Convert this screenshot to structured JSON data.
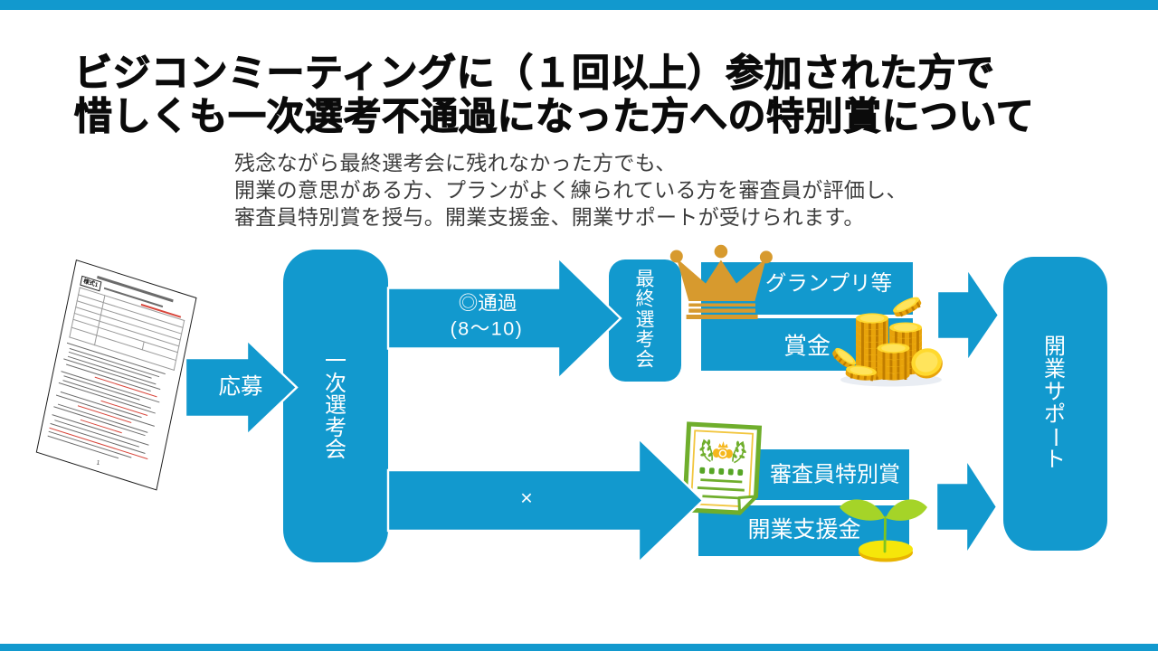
{
  "slide": {
    "title_line1": "ビジコンミーティングに（１回以上）参加された方で",
    "title_line2": "惜しくも一次選考不通過になった方への特別賞について",
    "intro_line1": "残念ながら最終選考会に残れなかった方でも、",
    "intro_line2": "開業の意思がある方、プランがよく練られている方を審査員が評価し、",
    "intro_line3": "審査員特別賞を授与。開業支援金、開業サポートが受けられます。"
  },
  "flow": {
    "apply_arrow_label": "応募",
    "first_round_box": "一次選考会",
    "pass_arrow_line1": "◎通過",
    "pass_arrow_line2": "(8～10)",
    "fail_arrow_label": "×",
    "final_round_box": "最終選考会",
    "grand_prize_box": "グランプリ等",
    "prize_money_box": "賞金",
    "special_award_box": "審査員特別賞",
    "startup_fund_box": "開業支援金",
    "support_box": "開業サポート"
  },
  "document_sheet": {
    "form_label": "様式1",
    "page_number": "1"
  },
  "colors": {
    "accent_blue": "#1299ce",
    "crown_gold": "#d79a2e",
    "certificate_green": "#6fae2c",
    "certificate_yellow": "#f2c63f",
    "leaf_green": "#a5d428",
    "coin_yellow": "#ffd92e"
  }
}
